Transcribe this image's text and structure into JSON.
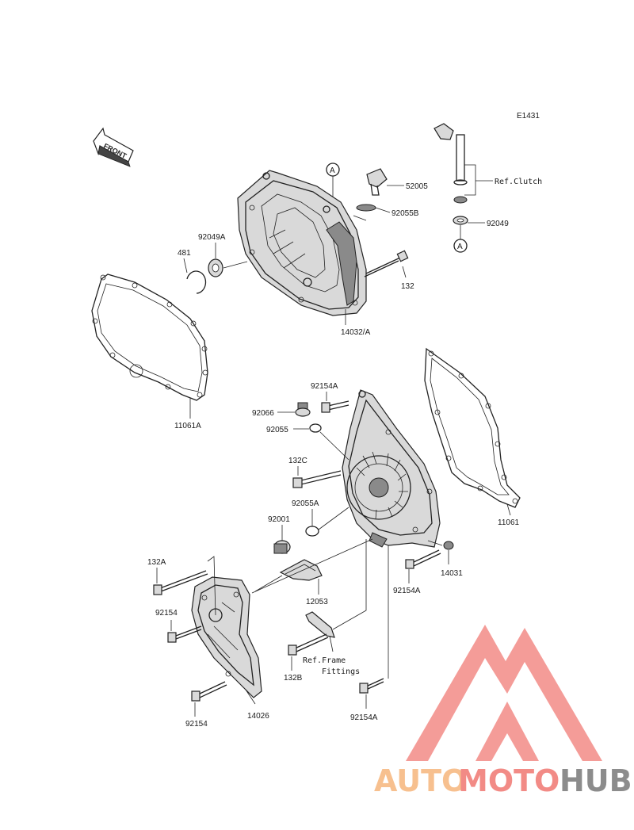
{
  "diagram_code": "E1431",
  "front_arrow_text": "FRONT",
  "watermark": {
    "part1": "AUTO",
    "part2": "MOTO",
    "part3": "HUB",
    "color1": "#f7c08f",
    "color2": "#f28b86",
    "color3": "#8c8c8c",
    "logo_color": "#f07c7c"
  },
  "refs": {
    "clutch": "Ref.Clutch",
    "frame_line1": "Ref.Frame",
    "frame_line2": "Fittings",
    "circle_a": "A"
  },
  "callouts": {
    "p52005": "52005",
    "p92055B": "92055B",
    "p92049": "92049",
    "p92049A": "92049A",
    "p481": "481",
    "p132": "132",
    "p14032A": "14032/A",
    "p11061A": "11061A",
    "p92154A_top": "92154A",
    "p92066": "92066",
    "p92055": "92055",
    "p132C": "132C",
    "p92055A": "92055A",
    "p92001": "92001",
    "p11061": "11061",
    "p14031": "14031",
    "p92154A_mid": "92154A",
    "p132A": "132A",
    "p12053": "12053",
    "p92154_left": "92154",
    "p132B": "132B",
    "p92154A_bottom": "92154A",
    "p92154_bottom": "92154",
    "p14026": "14026"
  }
}
